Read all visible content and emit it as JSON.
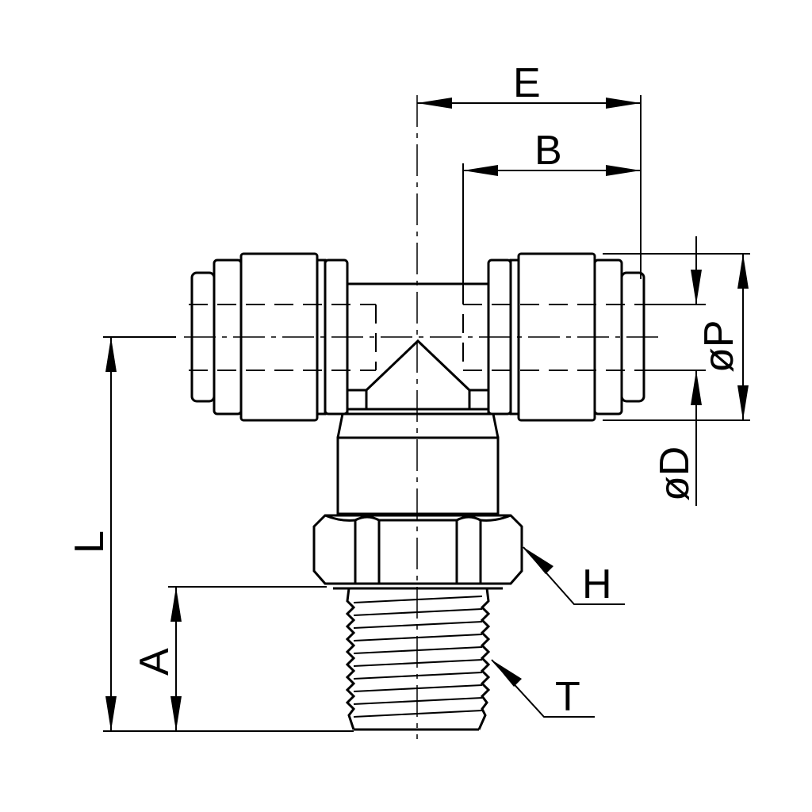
{
  "labels": {
    "E": "E",
    "B": "B",
    "P": "øP",
    "D": "øD",
    "L": "L",
    "A": "A",
    "H": "H",
    "T": "T"
  }
}
